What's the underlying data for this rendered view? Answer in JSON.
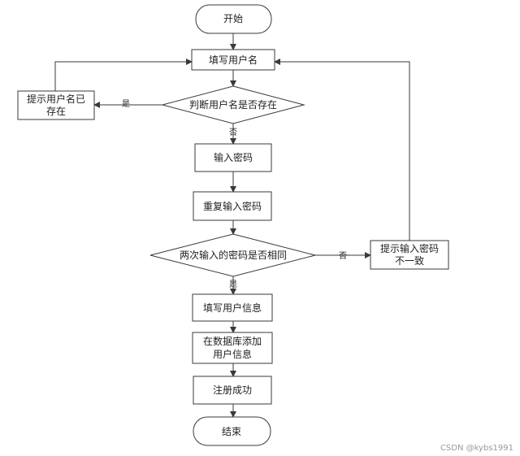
{
  "nodes": {
    "start": "开始",
    "enter_username": "填写用户名",
    "check_username": "判断用户名是否存在",
    "username_exists_1": "提示用户名已",
    "username_exists_2": "存在",
    "enter_password": "输入密码",
    "repeat_password": "重复输入密码",
    "compare_passwords": "两次输入的密码是否相同",
    "password_mismatch_1": "提示输入密码",
    "password_mismatch_2": "不一致",
    "fill_user_info": "填写用户信息",
    "add_to_db_1": "在数据库添加",
    "add_to_db_2": "用户信息",
    "register_success": "注册成功",
    "end": "结束"
  },
  "edges": {
    "yes_exists": "是",
    "no_exists": "否",
    "no_same": "否",
    "yes_same": "是"
  },
  "watermark": "CSDN @kybs1991"
}
